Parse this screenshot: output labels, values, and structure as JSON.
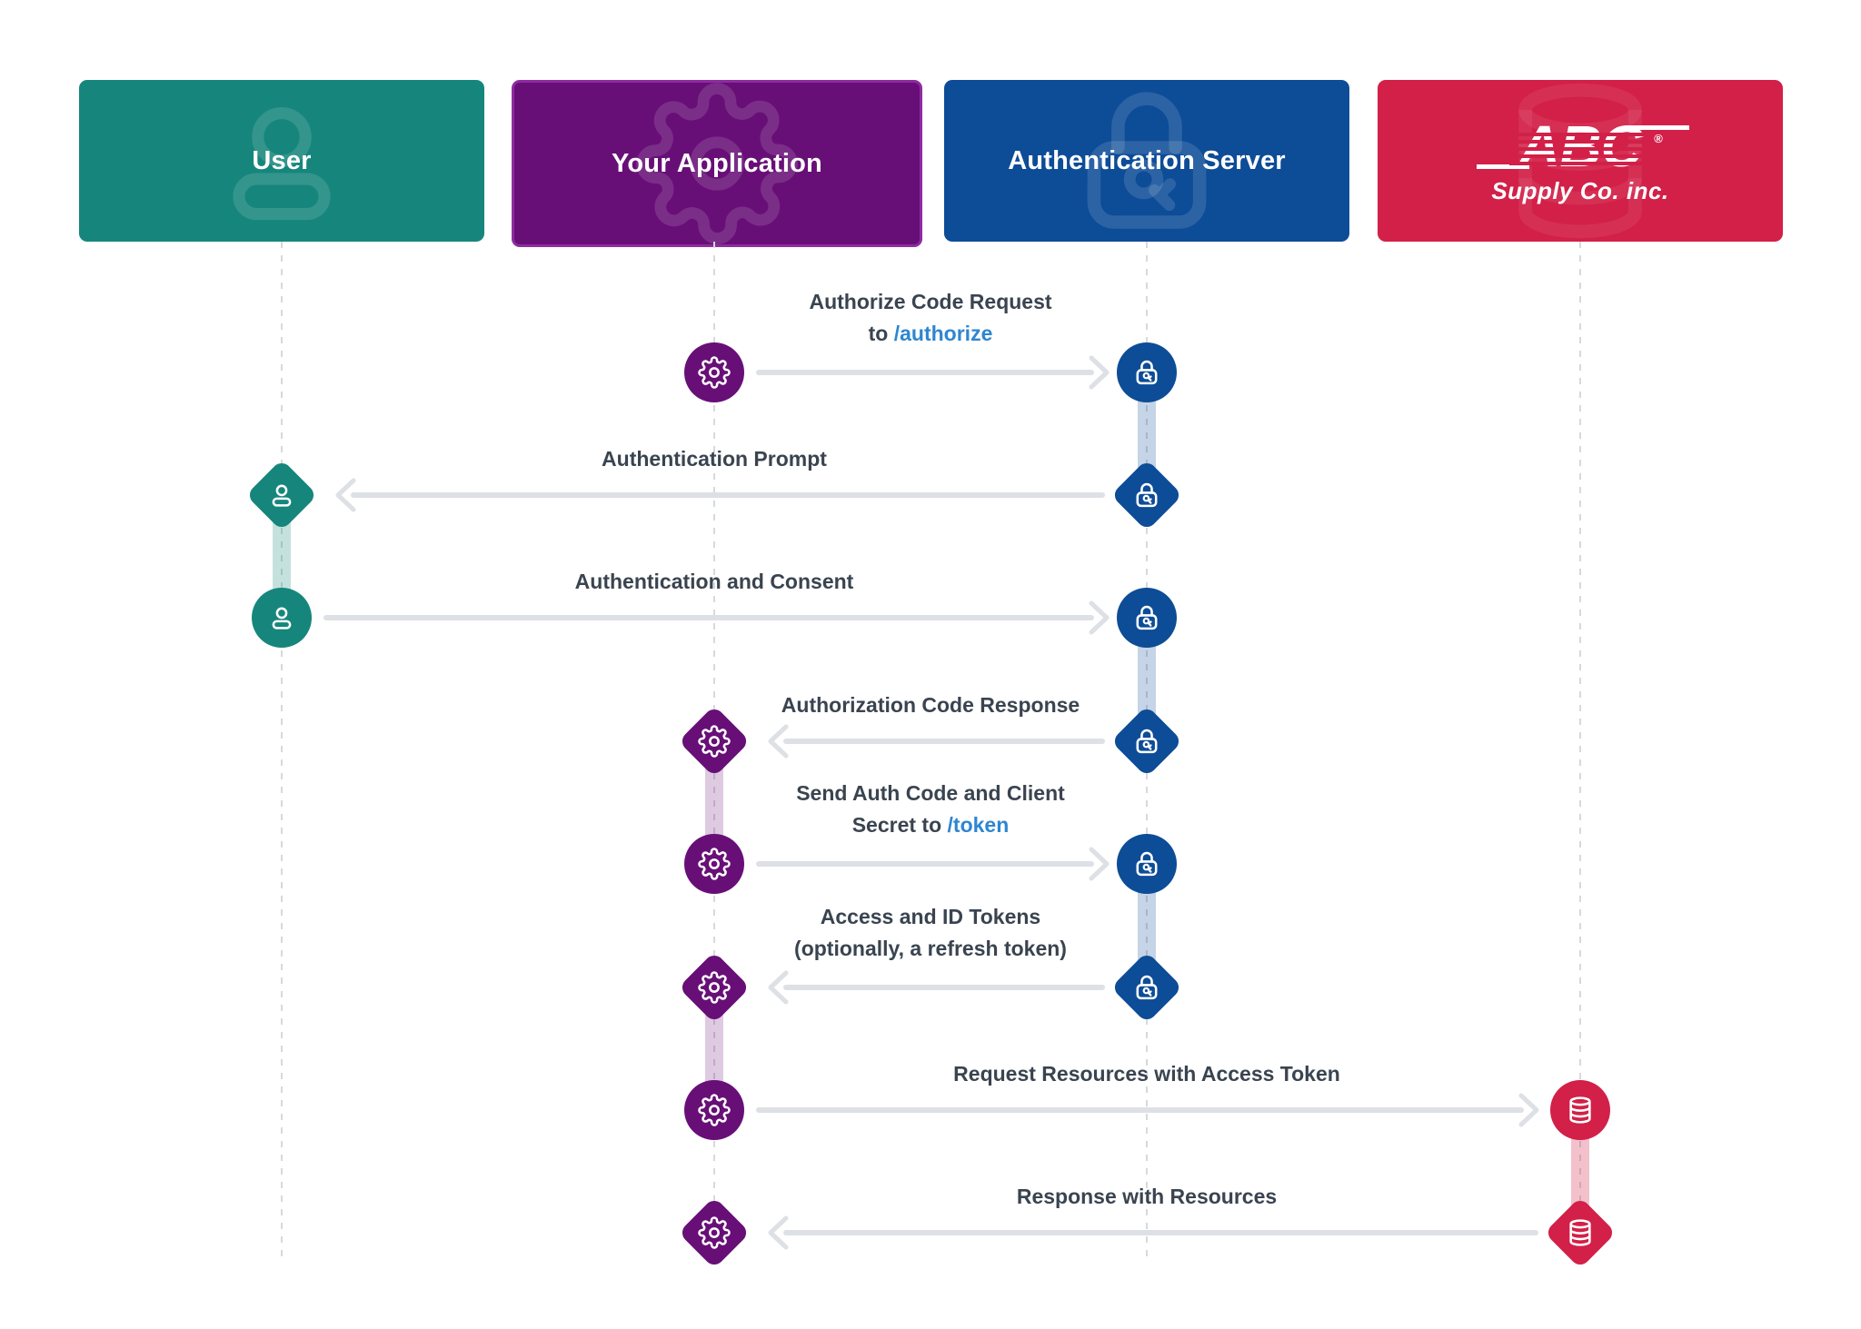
{
  "headers": [
    {
      "label": "User"
    },
    {
      "label": "Your Application"
    },
    {
      "label": "Authentication Server"
    },
    {
      "label": "ABC",
      "sublabel": "Supply Co. inc.",
      "registered": "®"
    }
  ],
  "messages": [
    {
      "line1": "Authorize Code Request",
      "line2_prefix": "to ",
      "link": "/authorize",
      "from": "Your Application",
      "to": "Authentication Server",
      "direction": "right"
    },
    {
      "text": "Authentication Prompt",
      "from": "Authentication Server",
      "to": "User",
      "direction": "left"
    },
    {
      "text": "Authentication and Consent",
      "from": "User",
      "to": "Authentication Server",
      "direction": "right"
    },
    {
      "text": "Authorization Code Response",
      "from": "Authentication Server",
      "to": "Your Application",
      "direction": "left"
    },
    {
      "line1": "Send Auth Code and Client",
      "line2_prefix": "Secret to ",
      "link": "/token",
      "from": "Your Application",
      "to": "Authentication Server",
      "direction": "right"
    },
    {
      "line1": "Access and ID Tokens",
      "line2": "(optionally, a refresh token)",
      "from": "Authentication Server",
      "to": "Your Application",
      "direction": "left"
    },
    {
      "text": "Request Resources with Access Token",
      "from": "Your Application",
      "to": "ABC Supply Co. inc.",
      "direction": "right"
    },
    {
      "text": "Response with Resources",
      "from": "ABC Supply Co. inc.",
      "to": "Your Application",
      "direction": "left"
    }
  ],
  "icons": {
    "user": "user-icon",
    "app": "gear-icon",
    "auth": "lock-icon",
    "abc": "database-icon"
  },
  "colors": {
    "teal": "#16867C",
    "purple": "#680F77",
    "purple-border": "#8E2BA0",
    "blue": "#0D4C97",
    "red": "#D22048",
    "band-teal": "rgba(22,134,124,0.25)",
    "band-purple": "rgba(104,15,119,0.22)",
    "band-blue": "rgba(13,76,151,0.24)",
    "band-red": "rgba(210,32,72,0.28)",
    "link": "#2E86D1",
    "text": "#3A4450",
    "arrow": "#DDE0E4",
    "dash": "#D7D9DB"
  }
}
